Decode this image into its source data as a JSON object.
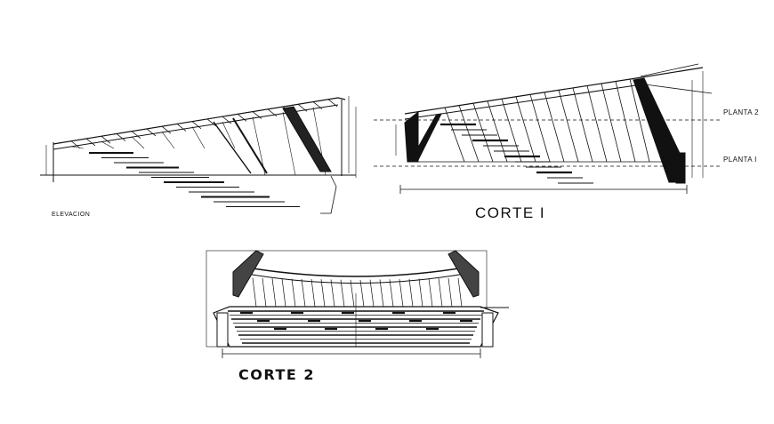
{
  "labels": {
    "elevacion": "ELEVACION",
    "corte1": "CORTE I",
    "corte2": "CORTE 2",
    "planta2": "PLANTA 2",
    "planta1": "PLANTA I"
  },
  "colors": {
    "ink": "#111111",
    "paper": "#ffffff"
  }
}
